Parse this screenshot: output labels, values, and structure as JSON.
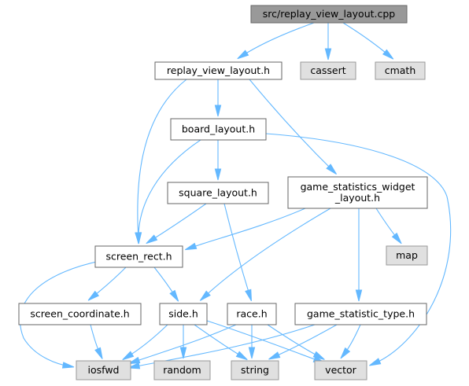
{
  "diagram": {
    "nodes": [
      {
        "id": "replay_cpp",
        "lines": [
          "src/replay_view_layout.cpp"
        ],
        "kind": "root"
      },
      {
        "id": "replay_h",
        "lines": [
          "replay_view_layout.h"
        ],
        "kind": "normal"
      },
      {
        "id": "cassert",
        "lines": [
          "cassert"
        ],
        "kind": "system"
      },
      {
        "id": "cmath",
        "lines": [
          "cmath"
        ],
        "kind": "system"
      },
      {
        "id": "board_h",
        "lines": [
          "board_layout.h"
        ],
        "kind": "normal"
      },
      {
        "id": "square_h",
        "lines": [
          "square_layout.h"
        ],
        "kind": "normal"
      },
      {
        "id": "gsw_h",
        "lines": [
          "game_statistics_widget",
          "_layout.h"
        ],
        "kind": "normal"
      },
      {
        "id": "map",
        "lines": [
          "map"
        ],
        "kind": "system"
      },
      {
        "id": "screen_rect_h",
        "lines": [
          "screen_rect.h"
        ],
        "kind": "normal"
      },
      {
        "id": "screen_coord_h",
        "lines": [
          "screen_coordinate.h"
        ],
        "kind": "normal"
      },
      {
        "id": "side_h",
        "lines": [
          "side.h"
        ],
        "kind": "normal"
      },
      {
        "id": "race_h",
        "lines": [
          "race.h"
        ],
        "kind": "normal"
      },
      {
        "id": "gst_h",
        "lines": [
          "game_statistic_type.h"
        ],
        "kind": "normal"
      },
      {
        "id": "iosfwd",
        "lines": [
          "iosfwd"
        ],
        "kind": "system"
      },
      {
        "id": "random",
        "lines": [
          "random"
        ],
        "kind": "system"
      },
      {
        "id": "string",
        "lines": [
          "string"
        ],
        "kind": "system"
      },
      {
        "id": "vector",
        "lines": [
          "vector"
        ],
        "kind": "system"
      }
    ],
    "edges": [
      {
        "from": "replay_cpp",
        "to": "replay_h"
      },
      {
        "from": "replay_cpp",
        "to": "cassert"
      },
      {
        "from": "replay_cpp",
        "to": "cmath"
      },
      {
        "from": "replay_h",
        "to": "board_h"
      },
      {
        "from": "replay_h",
        "to": "gsw_h"
      },
      {
        "from": "replay_h",
        "to": "screen_rect_h"
      },
      {
        "from": "board_h",
        "to": "square_h"
      },
      {
        "from": "board_h",
        "to": "screen_rect_h"
      },
      {
        "from": "board_h",
        "to": "vector"
      },
      {
        "from": "square_h",
        "to": "screen_rect_h"
      },
      {
        "from": "square_h",
        "to": "race_h"
      },
      {
        "from": "gsw_h",
        "to": "screen_rect_h"
      },
      {
        "from": "gsw_h",
        "to": "map"
      },
      {
        "from": "gsw_h",
        "to": "side_h"
      },
      {
        "from": "gsw_h",
        "to": "gst_h"
      },
      {
        "from": "screen_rect_h",
        "to": "screen_coord_h"
      },
      {
        "from": "screen_rect_h",
        "to": "side_h"
      },
      {
        "from": "screen_rect_h",
        "to": "iosfwd"
      },
      {
        "from": "screen_coord_h",
        "to": "iosfwd"
      },
      {
        "from": "side_h",
        "to": "iosfwd"
      },
      {
        "from": "side_h",
        "to": "random"
      },
      {
        "from": "side_h",
        "to": "string"
      },
      {
        "from": "side_h",
        "to": "vector"
      },
      {
        "from": "race_h",
        "to": "iosfwd"
      },
      {
        "from": "race_h",
        "to": "string"
      },
      {
        "from": "race_h",
        "to": "vector"
      },
      {
        "from": "gst_h",
        "to": "iosfwd"
      },
      {
        "from": "gst_h",
        "to": "string"
      },
      {
        "from": "gst_h",
        "to": "vector"
      }
    ]
  }
}
